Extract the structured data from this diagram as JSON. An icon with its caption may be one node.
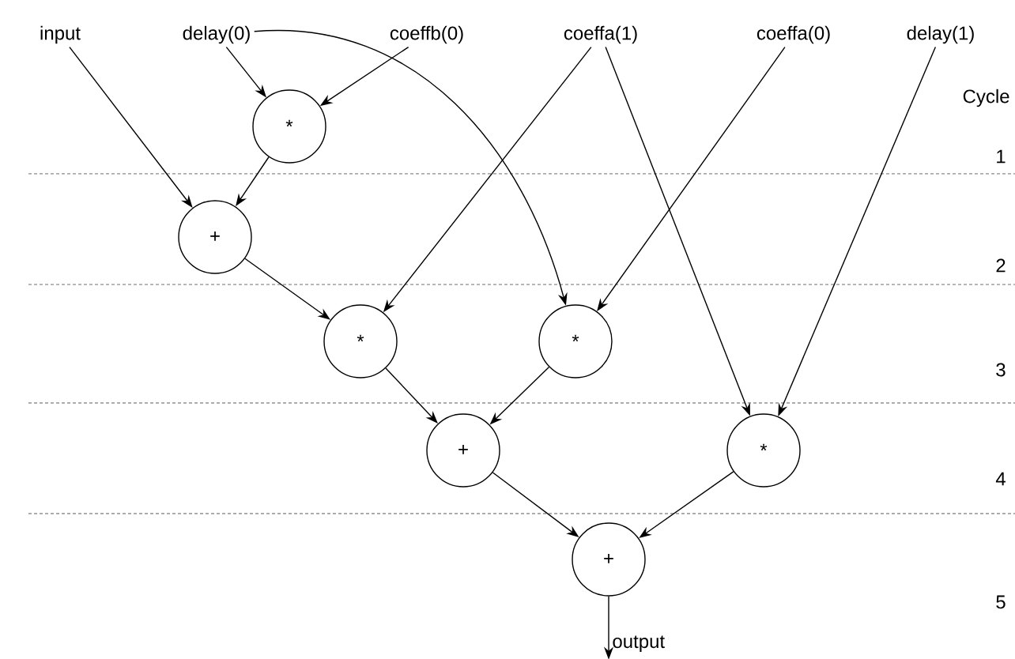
{
  "diagram": {
    "nodes": [
      {
        "text": [
          "input"
        ]
      },
      {
        "text": [
          "delay(0)"
        ]
      },
      {
        "text": [
          "coeffb(0)"
        ]
      },
      {
        "text": [
          "coeffa(1)"
        ]
      },
      {
        "text": [
          "coeffa(0)"
        ]
      },
      {
        "text": [
          "delay(1)"
        ]
      },
      {
        "text": [
          "*"
        ]
      },
      {
        "text": [
          "+"
        ]
      },
      {
        "text": [
          "*"
        ]
      },
      {
        "text": [
          "*"
        ]
      },
      {
        "text": [
          "+"
        ]
      },
      {
        "text": [
          "*"
        ]
      },
      {
        "text": [
          "+"
        ]
      }
    ],
    "edges": [
      {
        "from": 0,
        "to": 7,
        "arrow": "to"
      },
      {
        "from": 1,
        "to": 6,
        "arrow": "to"
      },
      {
        "from": 1,
        "to": 9,
        "arrow": "to"
      },
      {
        "from": 2,
        "to": 6,
        "arrow": "to"
      },
      {
        "from": 6,
        "to": 7,
        "arrow": "to"
      },
      {
        "from": 7,
        "to": 8,
        "arrow": "to"
      },
      {
        "from": 3,
        "to": 8,
        "arrow": "to"
      },
      {
        "from": 3,
        "to": 11,
        "arrow": "to"
      },
      {
        "from": 4,
        "to": 9,
        "arrow": "to"
      },
      {
        "from": 5,
        "to": 11,
        "arrow": "to"
      },
      {
        "from": 8,
        "to": 10,
        "arrow": "to"
      },
      {
        "from": 9,
        "to": 10,
        "arrow": "to"
      },
      {
        "from": 10,
        "to": 12,
        "arrow": "to"
      },
      {
        "from": 11,
        "to": 12,
        "arrow": "to"
      },
      {
        "from": 12,
        "to": null,
        "arrow": "to",
        "label": "output"
      }
    ],
    "labels": [
      "Cycle",
      "1",
      "2",
      "3",
      "4",
      "5"
    ]
  }
}
